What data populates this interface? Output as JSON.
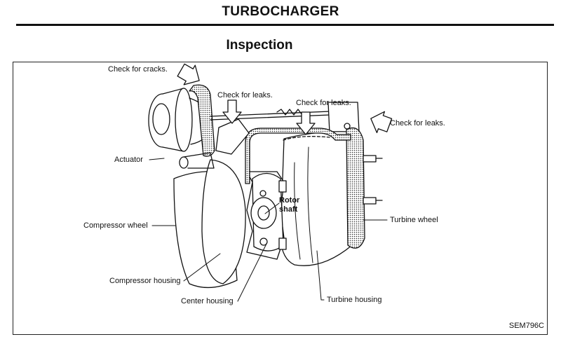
{
  "header": {
    "title": "TURBOCHARGER"
  },
  "section": {
    "title": "Inspection"
  },
  "labels": {
    "check_cracks": "Check for cracks.",
    "check_leaks_1": "Check for leaks.",
    "check_leaks_2": "Check for leaks.",
    "check_leaks_3": "Check for leaks.",
    "actuator": "Actuator",
    "rotor_shaft": "Rotor\nshaft",
    "compressor_wheel": "Compressor wheel",
    "turbine_wheel": "Turbine wheel",
    "compressor_housing": "Compressor housing",
    "center_housing": "Center housing",
    "turbine_housing": "Turbine housing"
  },
  "figure": {
    "code": "SEM796C"
  }
}
